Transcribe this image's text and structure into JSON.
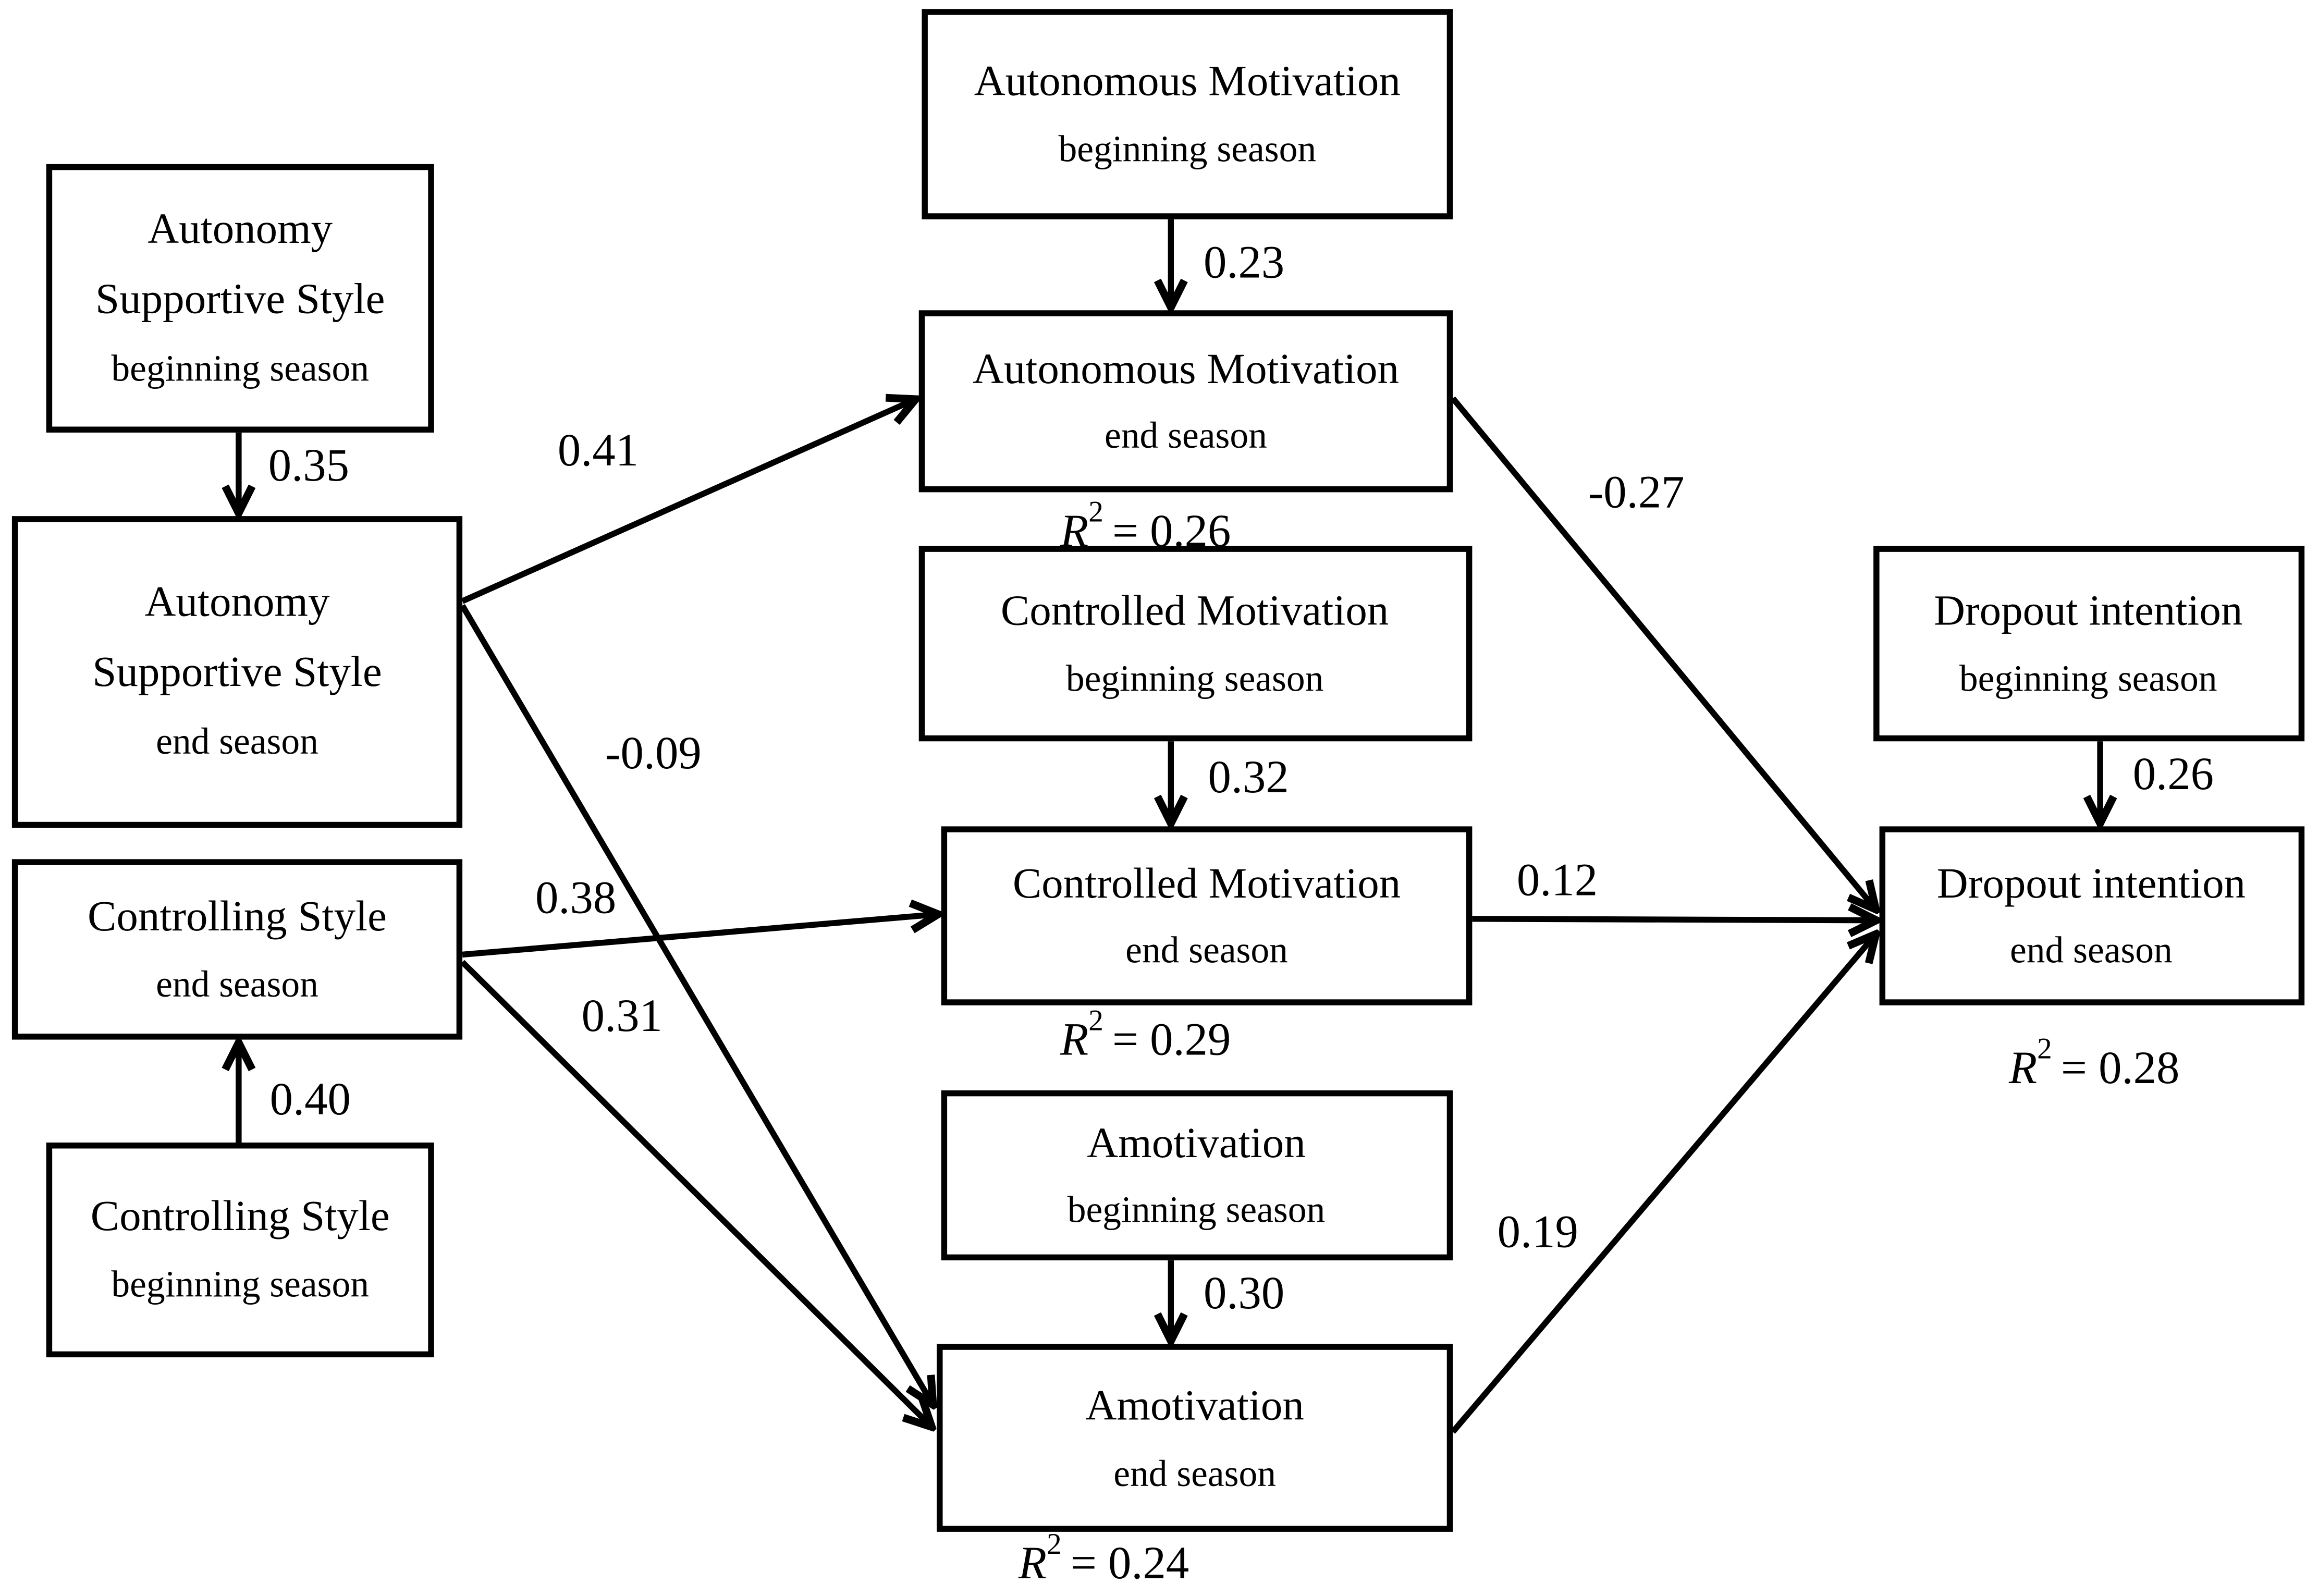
{
  "colors": {
    "ink": "#000000",
    "background": "#ffffff"
  },
  "r2_symbol": {
    "base": "R",
    "sup": "2"
  },
  "nodes": {
    "autonomy_supportive_begin": {
      "line1": "Autonomy",
      "line2": "Supportive Style",
      "sub": "beginning season"
    },
    "autonomy_supportive_end": {
      "line1": "Autonomy",
      "line2": "Supportive Style",
      "sub": "end season"
    },
    "controlling_end": {
      "line1": "Controlling Style",
      "sub": "end season"
    },
    "controlling_begin": {
      "line1": "Controlling Style",
      "sub": "beginning season"
    },
    "autonomous_motivation_begin": {
      "line1": "Autonomous Motivation",
      "sub": "beginning season"
    },
    "autonomous_motivation_end": {
      "line1": "Autonomous Motivation",
      "sub": "end season",
      "r2": "= 0.26"
    },
    "controlled_motivation_begin": {
      "line1": "Controlled Motivation",
      "sub": "beginning season"
    },
    "controlled_motivation_end": {
      "line1": "Controlled Motivation",
      "sub": "end season",
      "r2": "= 0.29"
    },
    "amotivation_begin": {
      "line1": "Amotivation",
      "sub": "beginning season"
    },
    "amotivation_end": {
      "line1": "Amotivation",
      "sub": "end season",
      "r2": "= 0.24"
    },
    "dropout_begin": {
      "line1": "Dropout intention",
      "sub": "beginning season"
    },
    "dropout_end": {
      "line1": "Dropout intention",
      "sub": "end season",
      "r2": "= 0.28"
    }
  },
  "edges": {
    "ass_stability": "0.35",
    "cs_stability": "0.40",
    "am_stability": "0.23",
    "cm_stability": "0.32",
    "amo_stability": "0.30",
    "di_stability": "0.26",
    "ass_to_am": "0.41",
    "ass_to_amo": "-0.09",
    "cs_to_cm": "0.38",
    "cs_to_amo": "0.31",
    "am_to_di": "-0.27",
    "cm_to_di": "0.12",
    "amo_to_di": "0.19"
  }
}
